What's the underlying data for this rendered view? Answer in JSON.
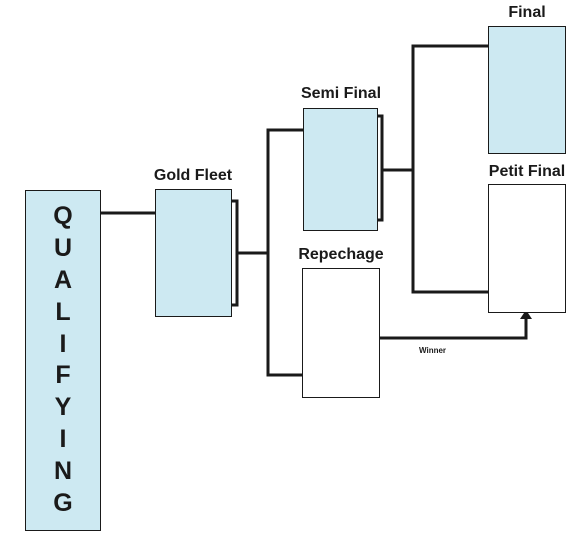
{
  "qualifying": {
    "letters": [
      "Q",
      "U",
      "A",
      "L",
      "I",
      "F",
      "Y",
      "I",
      "N",
      "G"
    ]
  },
  "gold_fleet": {
    "label": "Gold Fleet"
  },
  "semi_final": {
    "label": "Semi Final"
  },
  "repechage": {
    "label": "Repechage"
  },
  "final": {
    "label": "Final"
  },
  "petit_final": {
    "label": "Petit Final"
  },
  "winner": {
    "label": "Winner"
  },
  "colors": {
    "fill_blue": "#cde9f2",
    "line": "#1a1a1a",
    "fill_white": "#ffffff"
  }
}
